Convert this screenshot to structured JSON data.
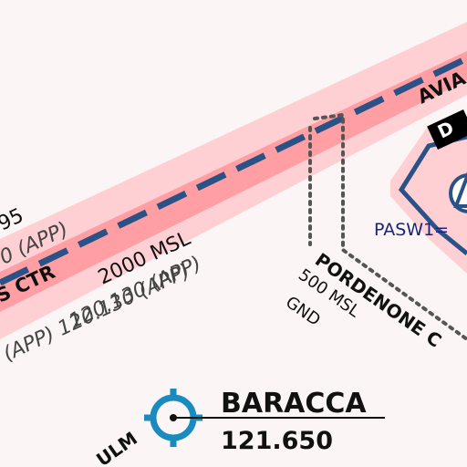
{
  "map": {
    "colors": {
      "background": "#fbf6f5",
      "ctr_band_outer": "#ffd0d3",
      "ctr_band_inner": "#ff9fa4",
      "tma_boundary": "#2a5286",
      "boundary_dash": "#555555",
      "airfield_symbol": "#1a8bbf",
      "text_dark": "#111111",
      "text_grey": "#444444",
      "pasw_text": "#1a237e"
    },
    "labels": {
      "ctr_name_partial": "S CTR",
      "ctr_ceiling": "2000 MSL",
      "ctr_freq_app": "120.130  (APP)",
      "left_freq_1_partial": "95",
      "left_freq_2_partial": "0  (APP)",
      "left_freq_3_partial": "(APP) 120.130  (APP)",
      "pordenone_name_partial": "PORDENONE C",
      "pordenone_upper": "500 MSL",
      "pordenone_lower": "GND",
      "aviano_partial": "AVIA",
      "class_box_partial": "D",
      "pasw_partial": "PASW1=",
      "airfield_name": "BARACCA",
      "airfield_freq": "121.650",
      "ulm_partial": "ULM"
    },
    "icons": {
      "airfield": "ulm-airfield-icon",
      "airport": "airport-icon"
    }
  }
}
